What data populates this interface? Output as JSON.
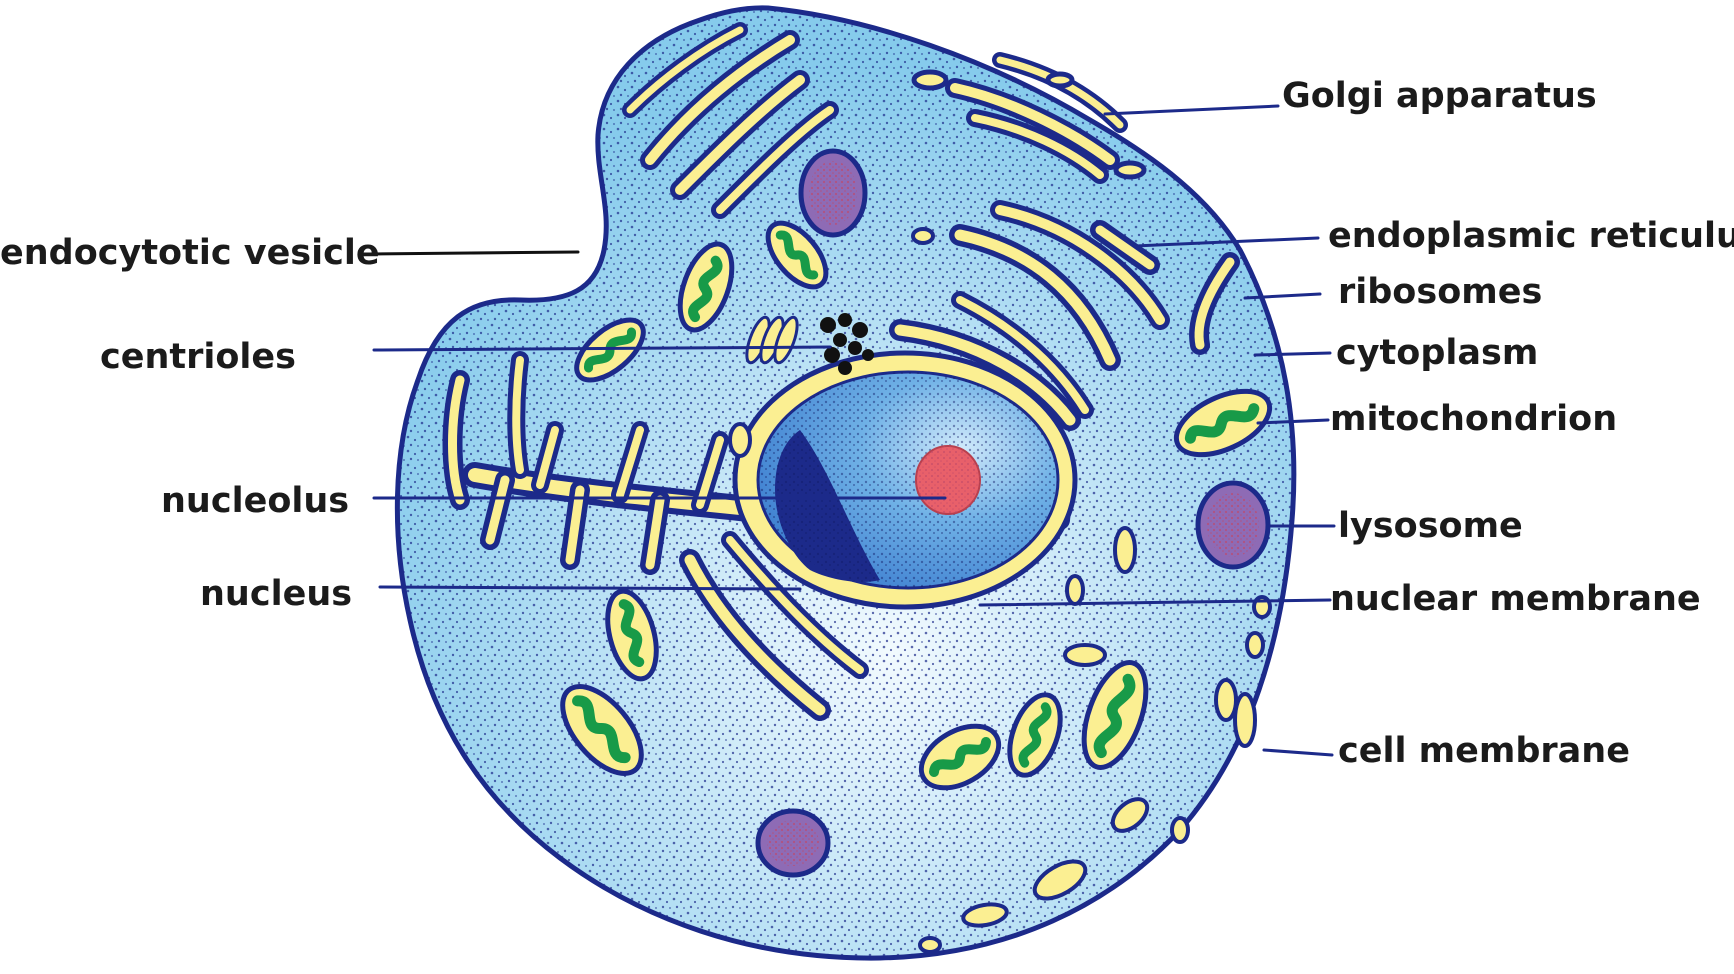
{
  "labels": {
    "endocytotic_vesicle": "endocytotic vesicle",
    "centrioles": "centrioles",
    "nucleolus": "nucleolus",
    "nucleus": "nucleus",
    "golgi_apparatus": "Golgi apparatus",
    "endoplasmic_reticulum": "endoplasmic reticulum",
    "ribosomes": "ribosomes",
    "cytoplasm": "cytoplasm",
    "mitochondrion": "mitochondrion",
    "lysosome": "lysosome",
    "nuclear_membrane": "nuclear membrane",
    "cell_membrane": "cell membrane"
  },
  "colors": {
    "cytoplasm": "#8fd0ee",
    "cytoplasm_light": "#e6f5fc",
    "membrane": "#1c2a8a",
    "organelle_yellow": "#fbef92",
    "mitochondria_green": "#189a48",
    "lysosome_purple": "#8e6bb5",
    "nucleolus_red": "#e8606a",
    "nucleus_blue": "#5a9fdc",
    "chromatin_dark": "#1c2a8a",
    "centriole_black": "#111111"
  }
}
